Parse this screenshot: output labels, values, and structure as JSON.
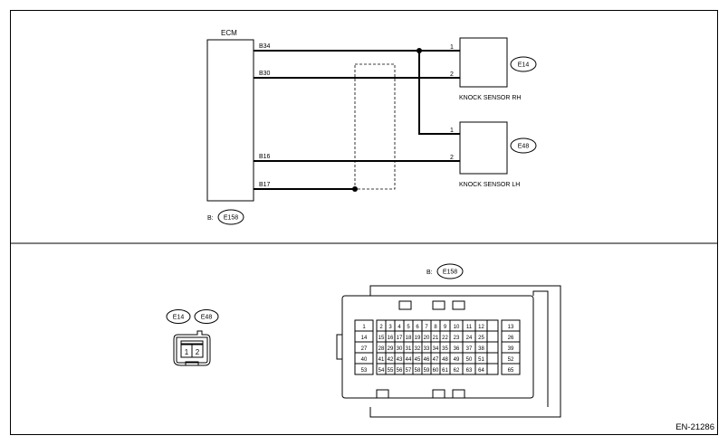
{
  "ecm": {
    "title": "ECM",
    "pins": {
      "b34": "B34",
      "b30": "B30",
      "b16": "B16",
      "b17": "B17"
    },
    "connector_prefix": "B:",
    "connector_id": "E158"
  },
  "sensors": {
    "rh": {
      "connector_id": "E14",
      "name": "KNOCK SENSOR RH",
      "pin1": "1",
      "pin2": "2"
    },
    "lh": {
      "connector_id": "E48",
      "name": "KNOCK SENSOR LH",
      "pin1": "1",
      "pin2": "2"
    }
  },
  "lower": {
    "small_connector": {
      "ids": [
        "E14",
        "E48"
      ],
      "pins": [
        "1",
        "2"
      ]
    },
    "large_connector": {
      "prefix": "B:",
      "id": "E158",
      "pin_col_left": [
        "1",
        "14",
        "27",
        "40",
        "53"
      ],
      "pin_grid": [
        [
          "2",
          "3",
          "4",
          "5",
          "6",
          "7",
          "8",
          "9",
          "10",
          "11",
          "12"
        ],
        [
          "15",
          "16",
          "17",
          "18",
          "19",
          "20",
          "21",
          "22",
          "23",
          "24",
          "25"
        ],
        [
          "28",
          "29",
          "30",
          "31",
          "32",
          "33",
          "34",
          "35",
          "36",
          "37",
          "38"
        ],
        [
          "41",
          "42",
          "43",
          "44",
          "45",
          "46",
          "47",
          "48",
          "49",
          "50",
          "51"
        ],
        [
          "54",
          "55",
          "56",
          "57",
          "58",
          "59",
          "60",
          "61",
          "62",
          "63",
          "64"
        ]
      ],
      "pin_col_right": [
        "13",
        "26",
        "39",
        "52",
        "65"
      ]
    }
  },
  "figure_code": "EN-21286"
}
